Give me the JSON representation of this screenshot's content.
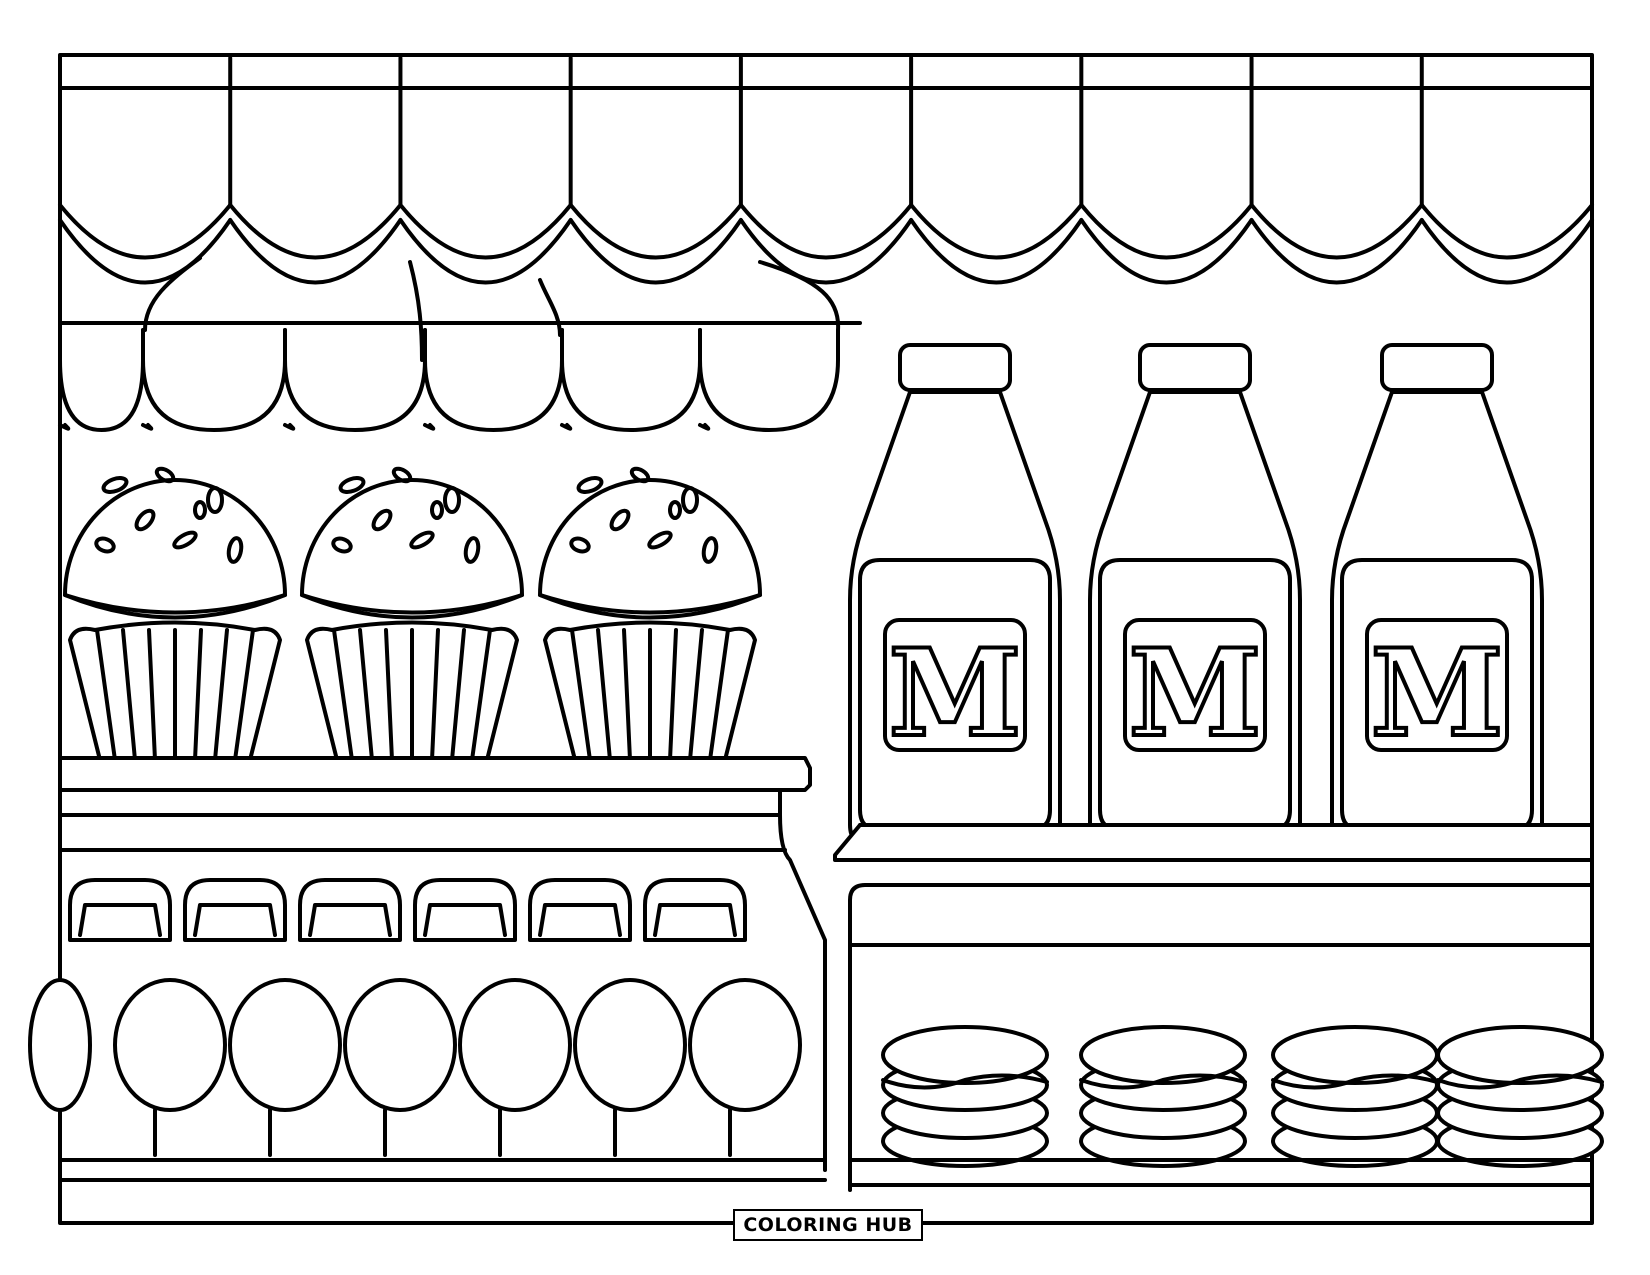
{
  "watermark": {
    "text": "COLORING HUB"
  },
  "bottle_label_letter": "M",
  "scene": {
    "awning_panels": 9,
    "muffins": 3,
    "milk_bottles": 3,
    "jars": 6,
    "cookie_stacks": 4
  }
}
